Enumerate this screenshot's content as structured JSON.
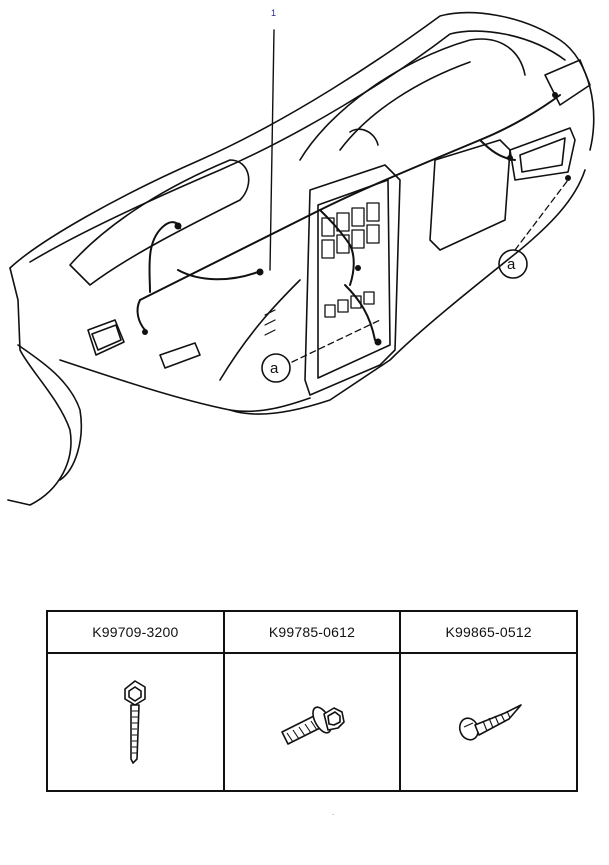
{
  "diagram": {
    "callout_number": "1",
    "reference_letter_left": "a",
    "reference_letter_right": "a"
  },
  "parts_table": {
    "columns": [
      {
        "part_number": "K99709-3200",
        "icon": "cable-tie-icon"
      },
      {
        "part_number": "K99785-0612",
        "icon": "flange-bolt-icon"
      },
      {
        "part_number": "K99865-0512",
        "icon": "tapping-screw-icon"
      }
    ]
  },
  "footer_mark": "."
}
